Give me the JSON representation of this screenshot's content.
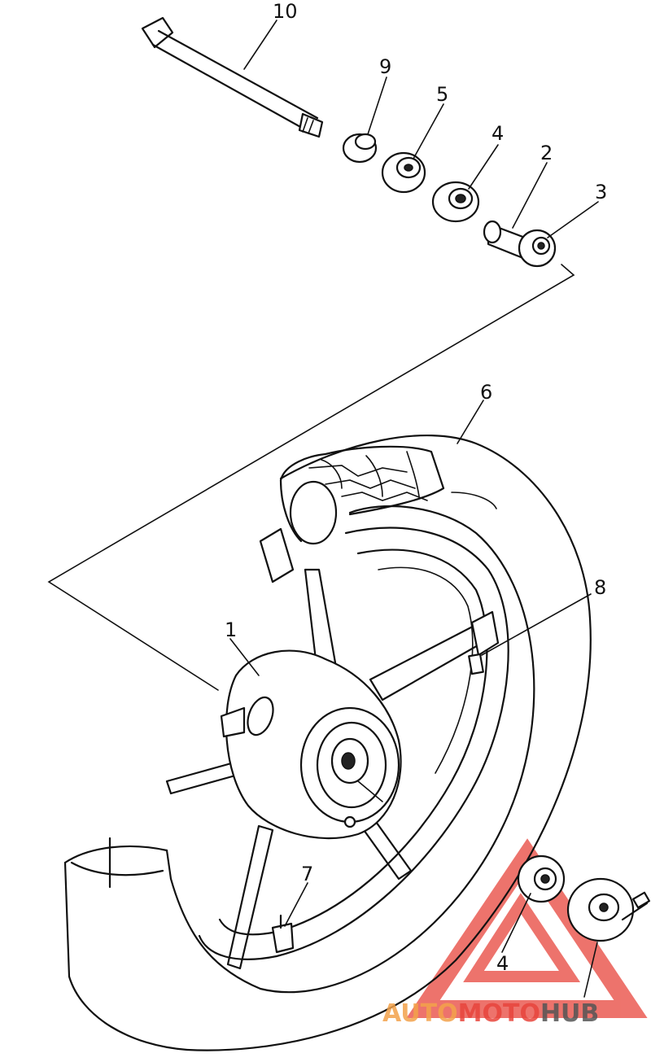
{
  "callouts": [
    {
      "id": "1",
      "label": "1"
    },
    {
      "id": "2",
      "label": "2"
    },
    {
      "id": "3",
      "label": "3"
    },
    {
      "id": "4a",
      "label": "4"
    },
    {
      "id": "4b",
      "label": "4"
    },
    {
      "id": "5",
      "label": "5"
    },
    {
      "id": "6",
      "label": "6"
    },
    {
      "id": "7",
      "label": "7"
    },
    {
      "id": "8",
      "label": "8"
    },
    {
      "id": "9",
      "label": "9"
    },
    {
      "id": "10",
      "label": "10"
    }
  ],
  "watermark": {
    "text_a": "AUTO",
    "text_b": "MOTO",
    "text_c": "HUB",
    "color_red": "#e8453c",
    "color_orange": "#f3a24b",
    "color_gray": "#555555"
  }
}
